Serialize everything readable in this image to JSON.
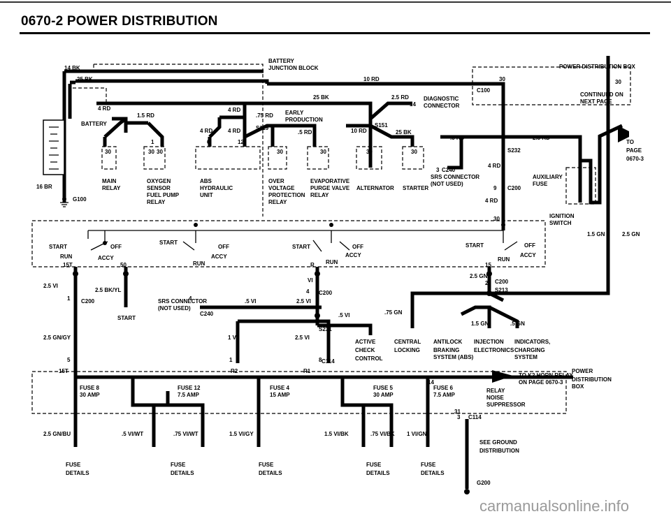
{
  "header": {
    "title": "0670-2   POWER DISTRIBUTION"
  },
  "watermark": "carmanualsonline.info",
  "labels": {
    "battery_junction_1": "BATTERY",
    "battery_junction_2": "JUNCTION BLOCK",
    "w14bk": "14 BK",
    "w25bk": "25 BK",
    "w10rd": "10 RD",
    "w4rd_a": "4 RD",
    "w15rd_a": "1.5 RD",
    "battery": "BATTERY",
    "w16br": "16 BR",
    "g100": "G100",
    "w4rd_b": "4 RD",
    "w75rd": ".75 RD",
    "early_1": "EARLY",
    "early_2": "PRODUCTION",
    "s119": "S119",
    "w4rd_c": "4 RD",
    "w4rd_d": "4 RD",
    "w25bk_b": "25 BK",
    "w25rd": "2.5 RD",
    "diag_1": "DIAGNOSTIC",
    "diag_2": "CONNECTOR",
    "s151": "S151",
    "w5rd": ".5 RD",
    "w10rd_b": "10 RD",
    "w25bk_c": "25 BK",
    "main_relay_1": "MAIN",
    "main_relay_2": "RELAY",
    "o2_1": "OXYGEN",
    "o2_2": "SENSOR",
    "o2_3": "FUEL PUMP",
    "o2_4": "RELAY",
    "abs_1": "ABS",
    "abs_2": "HYDRAULIC",
    "abs_3": "UNIT",
    "ov_1": "OVER",
    "ov_2": "VOLTAGE",
    "ov_3": "PROTECTION",
    "ov_4": "RELAY",
    "evap_1": "EVAPORATIVE",
    "evap_2": "PURGE VALVE",
    "evap_3": "RELAY",
    "alternator": "ALTERNATOR",
    "starter": "STARTER",
    "srs_1": "SRS CONNECTOR",
    "srs_2": "(NOT USED)",
    "c240": "C240",
    "pdb": "POWER DISTRIBUTION BOX",
    "c100": "C100",
    "cont_1": "CONTINUED ON",
    "cont_2": "NEXT PAGE",
    "w5rd_b": ".5 RD",
    "w25rd_b": "2.5 RD",
    "s232": "S232",
    "w4rd_e": "4 RD",
    "aux_1": "AUXILIARY",
    "aux_2": "FUSE",
    "c200": "C200",
    "w4rd_f": "4 RD",
    "to_1": "TO",
    "to_2": "PAGE",
    "to_3": "0670-3",
    "ign_1": "IGNITION",
    "ign_2": "SWITCH",
    "w15gn": "1.5 GN",
    "w25gn": "2.5 GN",
    "start": "START",
    "off": "OFF",
    "run": "RUN",
    "accy": "ACCY",
    "w25vi": "2.5 VI",
    "w25bkyl": "2.5 BK/YL",
    "c200_b": "C200",
    "start_b": "START",
    "srs_b1": "SRS CONNECTOR",
    "srs_b2": "(NOT USED)",
    "c240_b": "C240",
    "w5vi": ".5 VI",
    "w25vi_b": "2.5 VI",
    "c200_c": "C200",
    "w5vi_b": ".5 VI",
    "w75gn": ".75 GN",
    "w25gn_b": "2.5 GN",
    "c200_d": "C200",
    "s213": "S213",
    "w25gngy": "2.5 GN/GY",
    "w1vi": "1 VI",
    "w25vi_c": "2.5 VI",
    "s231": "S231",
    "active_1": "ACTIVE",
    "active_2": "CHECK",
    "active_3": "CONTROL",
    "central_1": "CENTRAL",
    "central_2": "LOCKING",
    "abs_b1": "ANTILOCK",
    "abs_b2": "BRAKING",
    "abs_b3": "SYSTEM (ABS)",
    "inj_1": "INJECTION",
    "inj_2": "ELECTRONICS",
    "ind_1": "INDICATORS,",
    "ind_2": "CHARGING",
    "ind_3": "SYSTEM",
    "c114": "C114",
    "w15gn_b": "1.5 GN",
    "w5gn": ".5 GN",
    "horn_1": "TO K2 HORN RELAY",
    "horn_2": "ON PAGE 0670-3",
    "pdb_b1": "POWER",
    "pdb_b2": "DISTRIBUTION",
    "pdb_b3": "BOX",
    "fuse8": "FUSE 8",
    "fuse8a": "30 AMP",
    "fuse12": "FUSE 12",
    "fuse12a": "7.5 AMP",
    "fuse4": "FUSE 4",
    "fuse4a": "15 AMP",
    "fuse5": "FUSE 5",
    "fuse5a": "30 AMP",
    "fuse6": "FUSE 6",
    "fuse6a": "7.5 AMP",
    "relay_1": "RELAY",
    "relay_2": "NOISE",
    "relay_3": "SUPPRESSOR",
    "c114_b": "C114",
    "w25gnbu": "2.5 GN/BU",
    "w5viwt": ".5 VI/WT",
    "w75viwt": ".75 VI/WT",
    "w15vigy": "1.5 VI/GY",
    "w15vibk": "1.5 VI/BK",
    "w75vibk": ".75 VI/BK",
    "w1vign": "1 VI/GN",
    "seeground_1": "SEE GROUND",
    "seeground_2": "DISTRIBUTION",
    "g200": "G200",
    "fd": "FUSE",
    "fd2": "DETAILS",
    "n30": "30",
    "n15": "15",
    "n50": "50",
    "nR": "R",
    "n1": "1",
    "n2": "2",
    "n3": "3",
    "n4": "4",
    "n5": "5",
    "n6": "6",
    "n8": "8",
    "n9": "9",
    "n12": "12",
    "n14": "14",
    "n31": "31",
    "n15t": "15T",
    "nR2": "R2",
    "nR1": "R1",
    "nVI": "VI",
    "n30b": "30"
  }
}
